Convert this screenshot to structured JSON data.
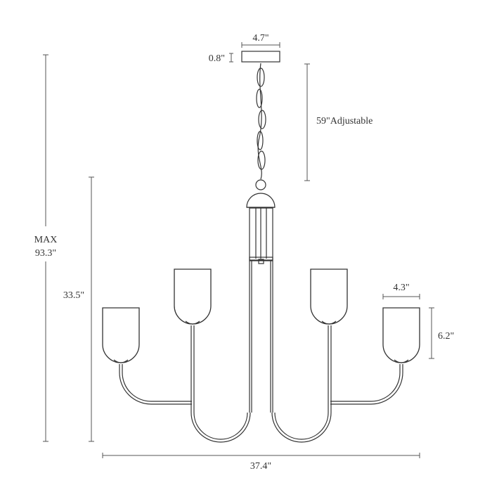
{
  "dimensions": {
    "canopy_width": "4.7\"",
    "canopy_height": "0.8\"",
    "chain_length": "59\"Adjustable",
    "max_height_line1": "MAX",
    "max_height_line2": "93.3\"",
    "body_height": "33.5\"",
    "overall_width": "37.4\"",
    "shade_width": "4.3\"",
    "shade_height": "6.2\""
  },
  "colors": {
    "line": "#333333",
    "dimension": "#555555"
  }
}
